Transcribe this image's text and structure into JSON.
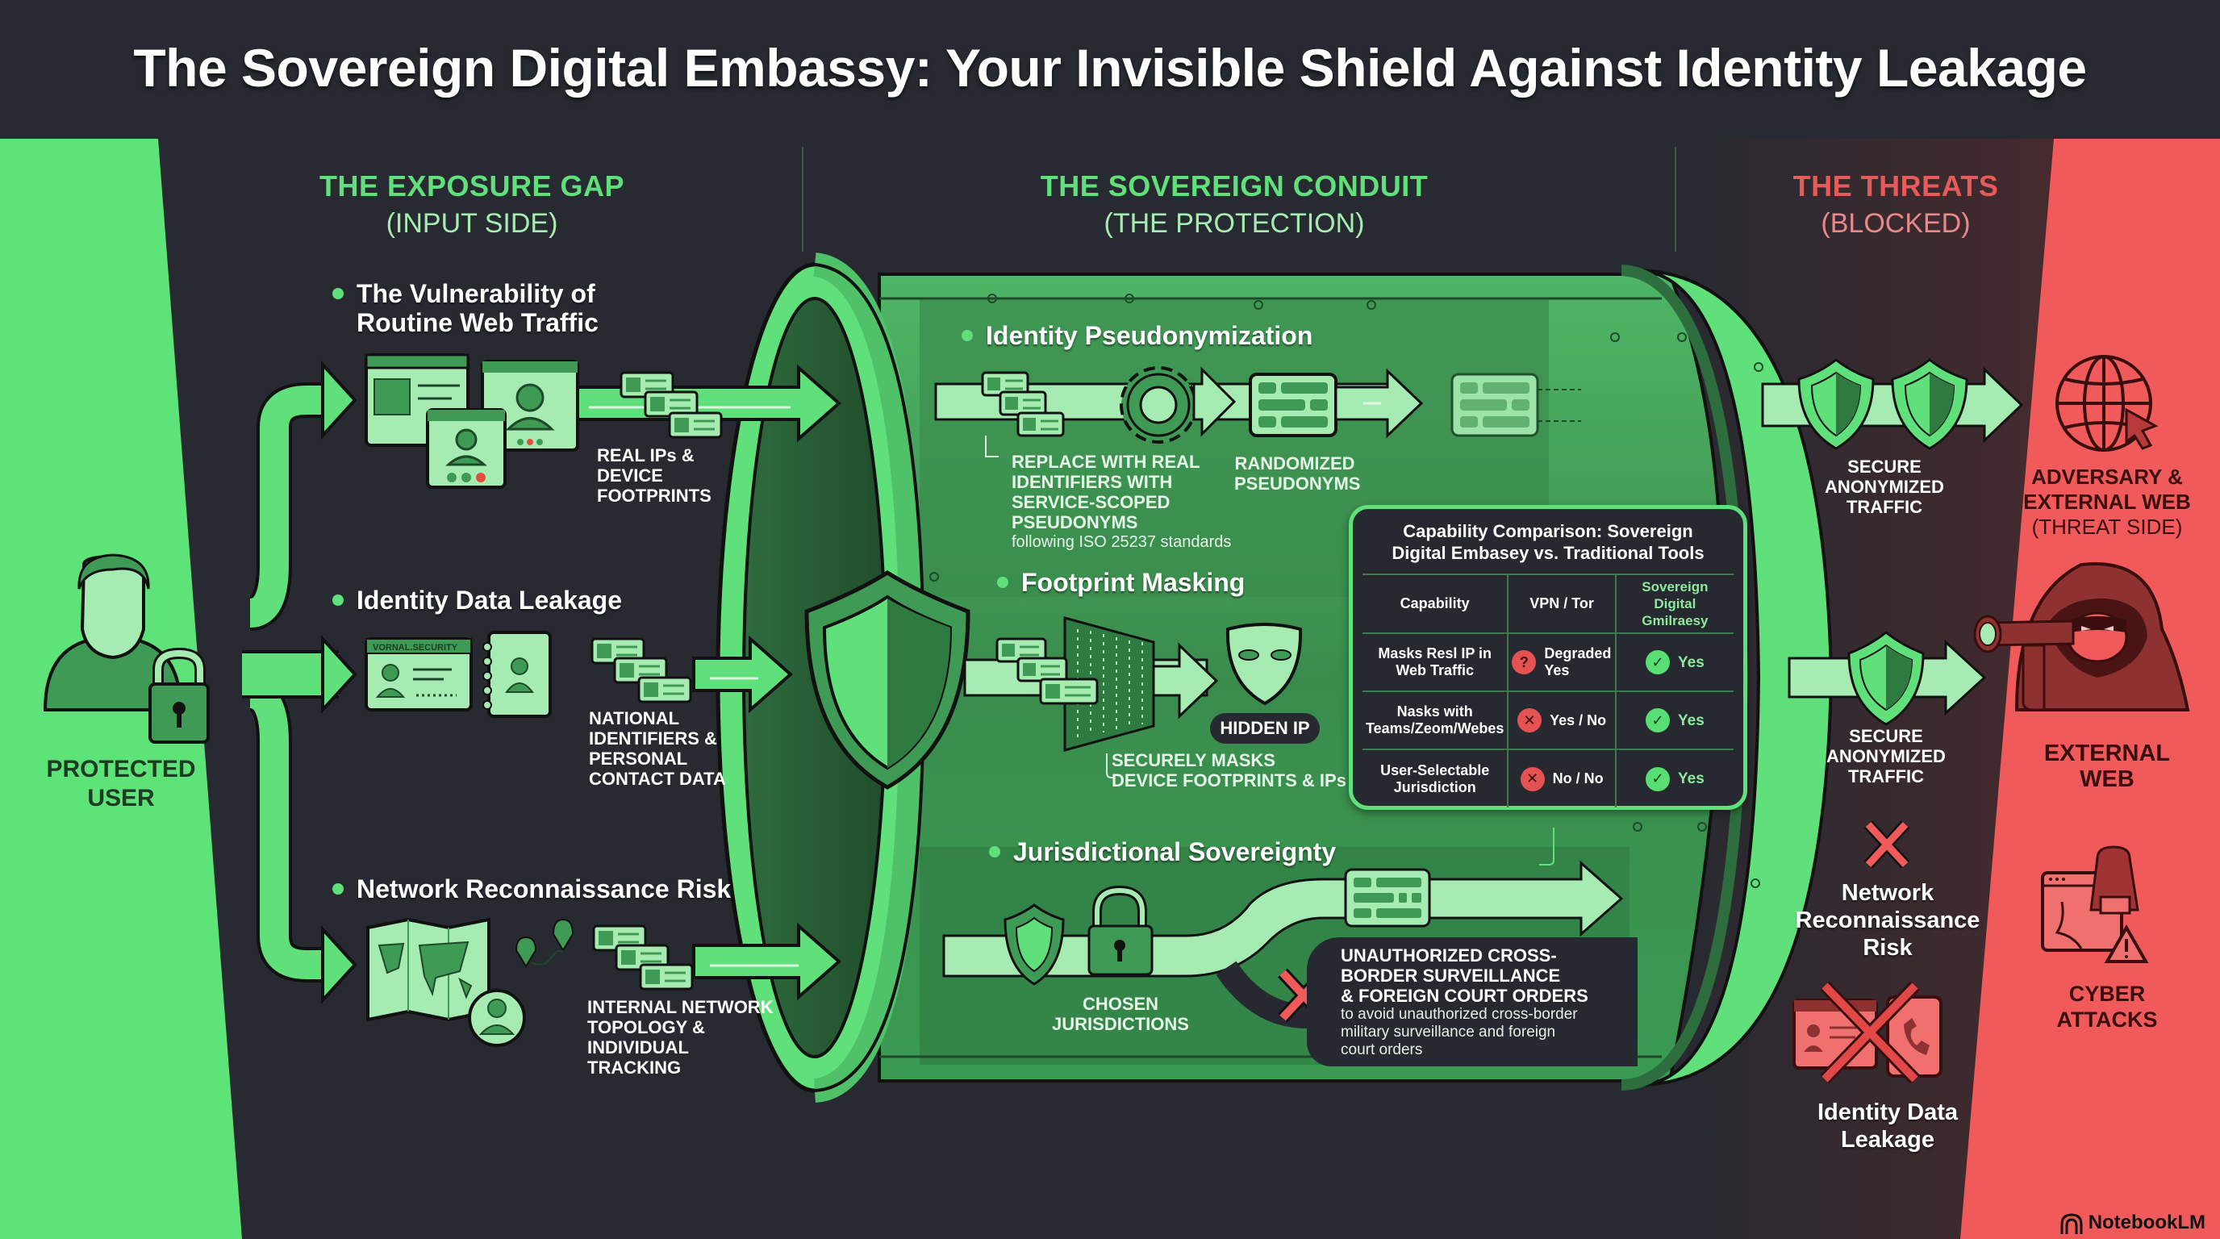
{
  "title": "The Sovereign Digital Embassy: Your Invisible Shield Against Identity Leakage",
  "colors": {
    "background": "#272a31",
    "green_bright": "#5fe07a",
    "green_mid": "#3e9a55",
    "green_dark": "#2e6e3e",
    "green_light": "#a6ecb2",
    "red_bright": "#f05a5a",
    "red_dark": "#3a0e0e",
    "red_shade": "#4a2a2e"
  },
  "columns": {
    "exposure": {
      "heading": "THE EXPOSURE GAP",
      "subheading": "(INPUT SIDE)"
    },
    "conduit": {
      "heading": "THE SOVEREIGN CONDUIT",
      "subheading": "(THE PROTECTION)"
    },
    "threats": {
      "heading": "THE THREATS",
      "subheading": "(BLOCKED)"
    }
  },
  "user": {
    "label_line1": "PROTECTED",
    "label_line2": "USER",
    "icon": "user-with-padlock-icon"
  },
  "exposure_items": [
    {
      "title_line1": "The Vulnerability of",
      "title_line2": "Routine Web Traffic",
      "icon": "browser-video-call-windows-icon",
      "caption": [
        "REAL IPs &",
        "DEVICE",
        "FOOTPRINTS"
      ]
    },
    {
      "title_line1": "Identity Data Leakage",
      "title_line2": "",
      "icon": "id-card-contact-book-icon",
      "id_card_header": "VORNAL.SECURITY",
      "caption": [
        "NATIONAL",
        "IDENTIFIERS &",
        "PERSONAL",
        "CONTACT DATA"
      ]
    },
    {
      "title_line1": "Network Reconnaissance Risk",
      "title_line2": "",
      "icon": "world-map-tracking-icon",
      "caption": [
        "INTERNAL NETWORK",
        "TOPOLOGY &",
        "INDIVIDUAL",
        "TRACKING"
      ]
    }
  ],
  "conduit": {
    "pseudonymization": {
      "title": "Identity Pseudonymization",
      "caption": [
        "REPLACE WITH REAL",
        "IDENTIFIERS WITH",
        "SERVICE-SCOPED",
        "PSEUDONYMS"
      ],
      "note": "following ISO 25237 standards",
      "result_label": [
        "RANDOMIZED",
        "PSEUDONYMS"
      ]
    },
    "masking": {
      "title": "Footprint Masking",
      "badge": "HIDDEN IP",
      "caption": [
        "SECURELY MASKS",
        "DEVICE FOOTPRINTS & IPs"
      ]
    },
    "jurisdiction": {
      "title": "Jurisdictional Sovereignty",
      "lock_label": [
        "CHOSEN",
        "JURISDICTIONS"
      ],
      "blocked_title": [
        "UNAUTHORIZED CROSS-",
        "BORDER SURVEILLANCE",
        "& FOREIGN COURT ORDERS"
      ],
      "blocked_note": [
        "to avoid unauthorized cross-border",
        "military surveillance and foreign",
        "court orders"
      ]
    }
  },
  "comparison": {
    "title_line1": "Capability Comparison: Sovereign",
    "title_line2": "Digital Embasey vs. Traditional Tools",
    "headers": [
      "Capability",
      "VPN / Tor",
      "Sovereign Digital Gmilraesy"
    ],
    "rows": [
      {
        "capability": "Masks Resl IP in Web Traffic",
        "vpn_icon": "question",
        "vpn": "Degraded Yes",
        "sov_icon": "check",
        "sov": "Yes"
      },
      {
        "capability": "Nasks with Teams/Zeom/Webes",
        "vpn_icon": "cross",
        "vpn": "Yes / No",
        "sov_icon": "check",
        "sov": "Yes"
      },
      {
        "capability": "User-Selectable Jurisdiction",
        "vpn_icon": "cross",
        "vpn": "No / No",
        "sov_icon": "check",
        "sov": "Yes"
      }
    ]
  },
  "threat_side": {
    "secure_traffic_1": [
      "SECURE",
      "ANONYMIZED",
      "TRAFFIC"
    ],
    "secure_traffic_2": [
      "SECURE",
      "ANONYMIZED",
      "TRAFFIC"
    ],
    "blocked_network": [
      "Network",
      "Reconnaissance",
      "Risk"
    ],
    "blocked_identity": [
      "Identity Data",
      "Leakage"
    ],
    "adversary": {
      "line1": "ADVERSARY &",
      "line2": "EXTERNAL WEB",
      "line3": "(THREAT SIDE)"
    },
    "external_web": {
      "line1": "EXTERNAL",
      "line2": "WEB"
    },
    "cyber_attacks": {
      "line1": "CYBER",
      "line2": "ATTACKS"
    }
  },
  "brand": "NotebookLM"
}
